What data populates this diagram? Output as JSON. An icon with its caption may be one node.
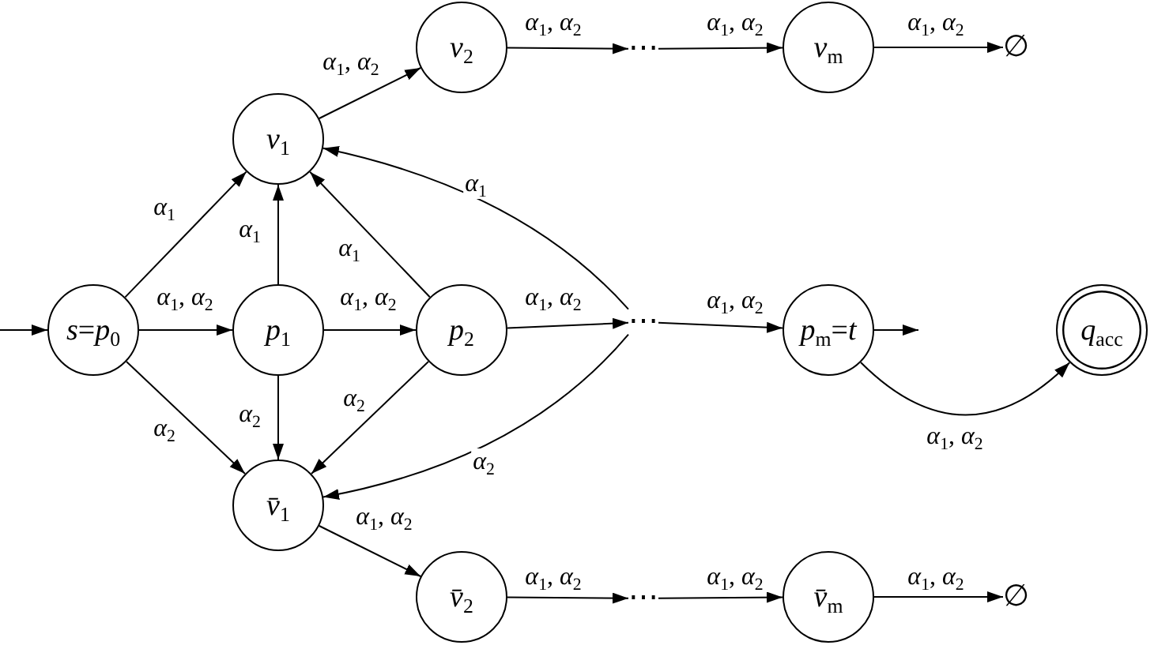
{
  "diagram": {
    "nodes": [
      {
        "text": [
          "*v*$_{2}$"
        ]
      },
      {
        "text": [
          "⋯"
        ]
      },
      {
        "text": [
          "*v*$_{m}$"
        ]
      },
      {
        "text": [
          "∅"
        ]
      },
      {
        "text": [
          "*v*$_{1}$"
        ]
      },
      {
        "text": [
          "*s*=*p*$_{0}$"
        ]
      },
      {
        "text": [
          "*p*$_{1}$"
        ]
      },
      {
        "text": [
          "*p*$_{2}$"
        ]
      },
      {
        "text": [
          "⋯"
        ]
      },
      {
        "text": [
          "*p*$_{m}$=*t*"
        ]
      },
      {
        "text": [
          "*q*$_{acc}$"
        ]
      },
      {
        "text": [
          "*v̄*$_{1}$"
        ]
      },
      {
        "text": [
          "*v̄*$_{2}$"
        ]
      },
      {
        "text": [
          "⋯"
        ]
      },
      {
        "text": [
          "*v̄*$_{m}$"
        ]
      },
      {
        "text": [
          "∅"
        ]
      }
    ],
    "edges": [
      {
        "from": null,
        "to": 5,
        "arrow": "to"
      },
      {
        "from": 5,
        "to": 4,
        "arrow": "to",
        "label": "*α*$_{1}$"
      },
      {
        "from": 5,
        "to": 6,
        "arrow": "to",
        "label": "*α*$_{1}$, *α*$_{2}$"
      },
      {
        "from": 5,
        "to": 11,
        "arrow": "to",
        "label": "*α*$_{2}$"
      },
      {
        "from": 6,
        "to": 4,
        "arrow": "to",
        "label": "*α*$_{1}$"
      },
      {
        "from": 6,
        "to": 7,
        "arrow": "to",
        "label": "*α*$_{1}$, *α*$_{2}$"
      },
      {
        "from": 6,
        "to": 11,
        "arrow": "to",
        "label": "*α*$_{2}$"
      },
      {
        "from": 7,
        "to": 4,
        "arrow": "to",
        "label": "*α*$_{1}$"
      },
      {
        "from": 7,
        "to": 8,
        "arrow": "to",
        "label": "*α*$_{1}$, *α*$_{2}$"
      },
      {
        "from": 7,
        "to": 11,
        "arrow": "to",
        "label": "*α*$_{2}$"
      },
      {
        "from": 8,
        "to": 4,
        "arrow": "to",
        "label": "*α*$_{1}$"
      },
      {
        "from": 8,
        "to": 11,
        "arrow": "to",
        "label": "*α*$_{2}$"
      },
      {
        "from": 8,
        "to": 9,
        "arrow": "to",
        "label": "*α*$_{1}$, *α*$_{2}$"
      },
      {
        "from": 9,
        "to": null,
        "arrow": "to"
      },
      {
        "from": 9,
        "to": 10,
        "arrow": "to",
        "label": "*α*$_{1}$, *α*$_{2}$"
      },
      {
        "from": 4,
        "to": 0,
        "arrow": "to",
        "label": "*α*$_{1}$, *α*$_{2}$"
      },
      {
        "from": 0,
        "to": 1,
        "arrow": "to",
        "label": "*α*$_{1}$, *α*$_{2}$"
      },
      {
        "from": 1,
        "to": 2,
        "arrow": "to",
        "label": "*α*$_{1}$, *α*$_{2}$"
      },
      {
        "from": 2,
        "to": 3,
        "arrow": "to",
        "label": "*α*$_{1}$, *α*$_{2}$"
      },
      {
        "from": 11,
        "to": 12,
        "arrow": "to",
        "label": "*α*$_{1}$, *α*$_{2}$"
      },
      {
        "from": 12,
        "to": 13,
        "arrow": "to",
        "label": "*α*$_{1}$, *α*$_{2}$"
      },
      {
        "from": 13,
        "to": 14,
        "arrow": "to",
        "label": "*α*$_{1}$, *α*$_{2}$"
      },
      {
        "from": 14,
        "to": 15,
        "arrow": "to",
        "label": "*α*$_{1}$, *α*$_{2}$"
      }
    ]
  }
}
